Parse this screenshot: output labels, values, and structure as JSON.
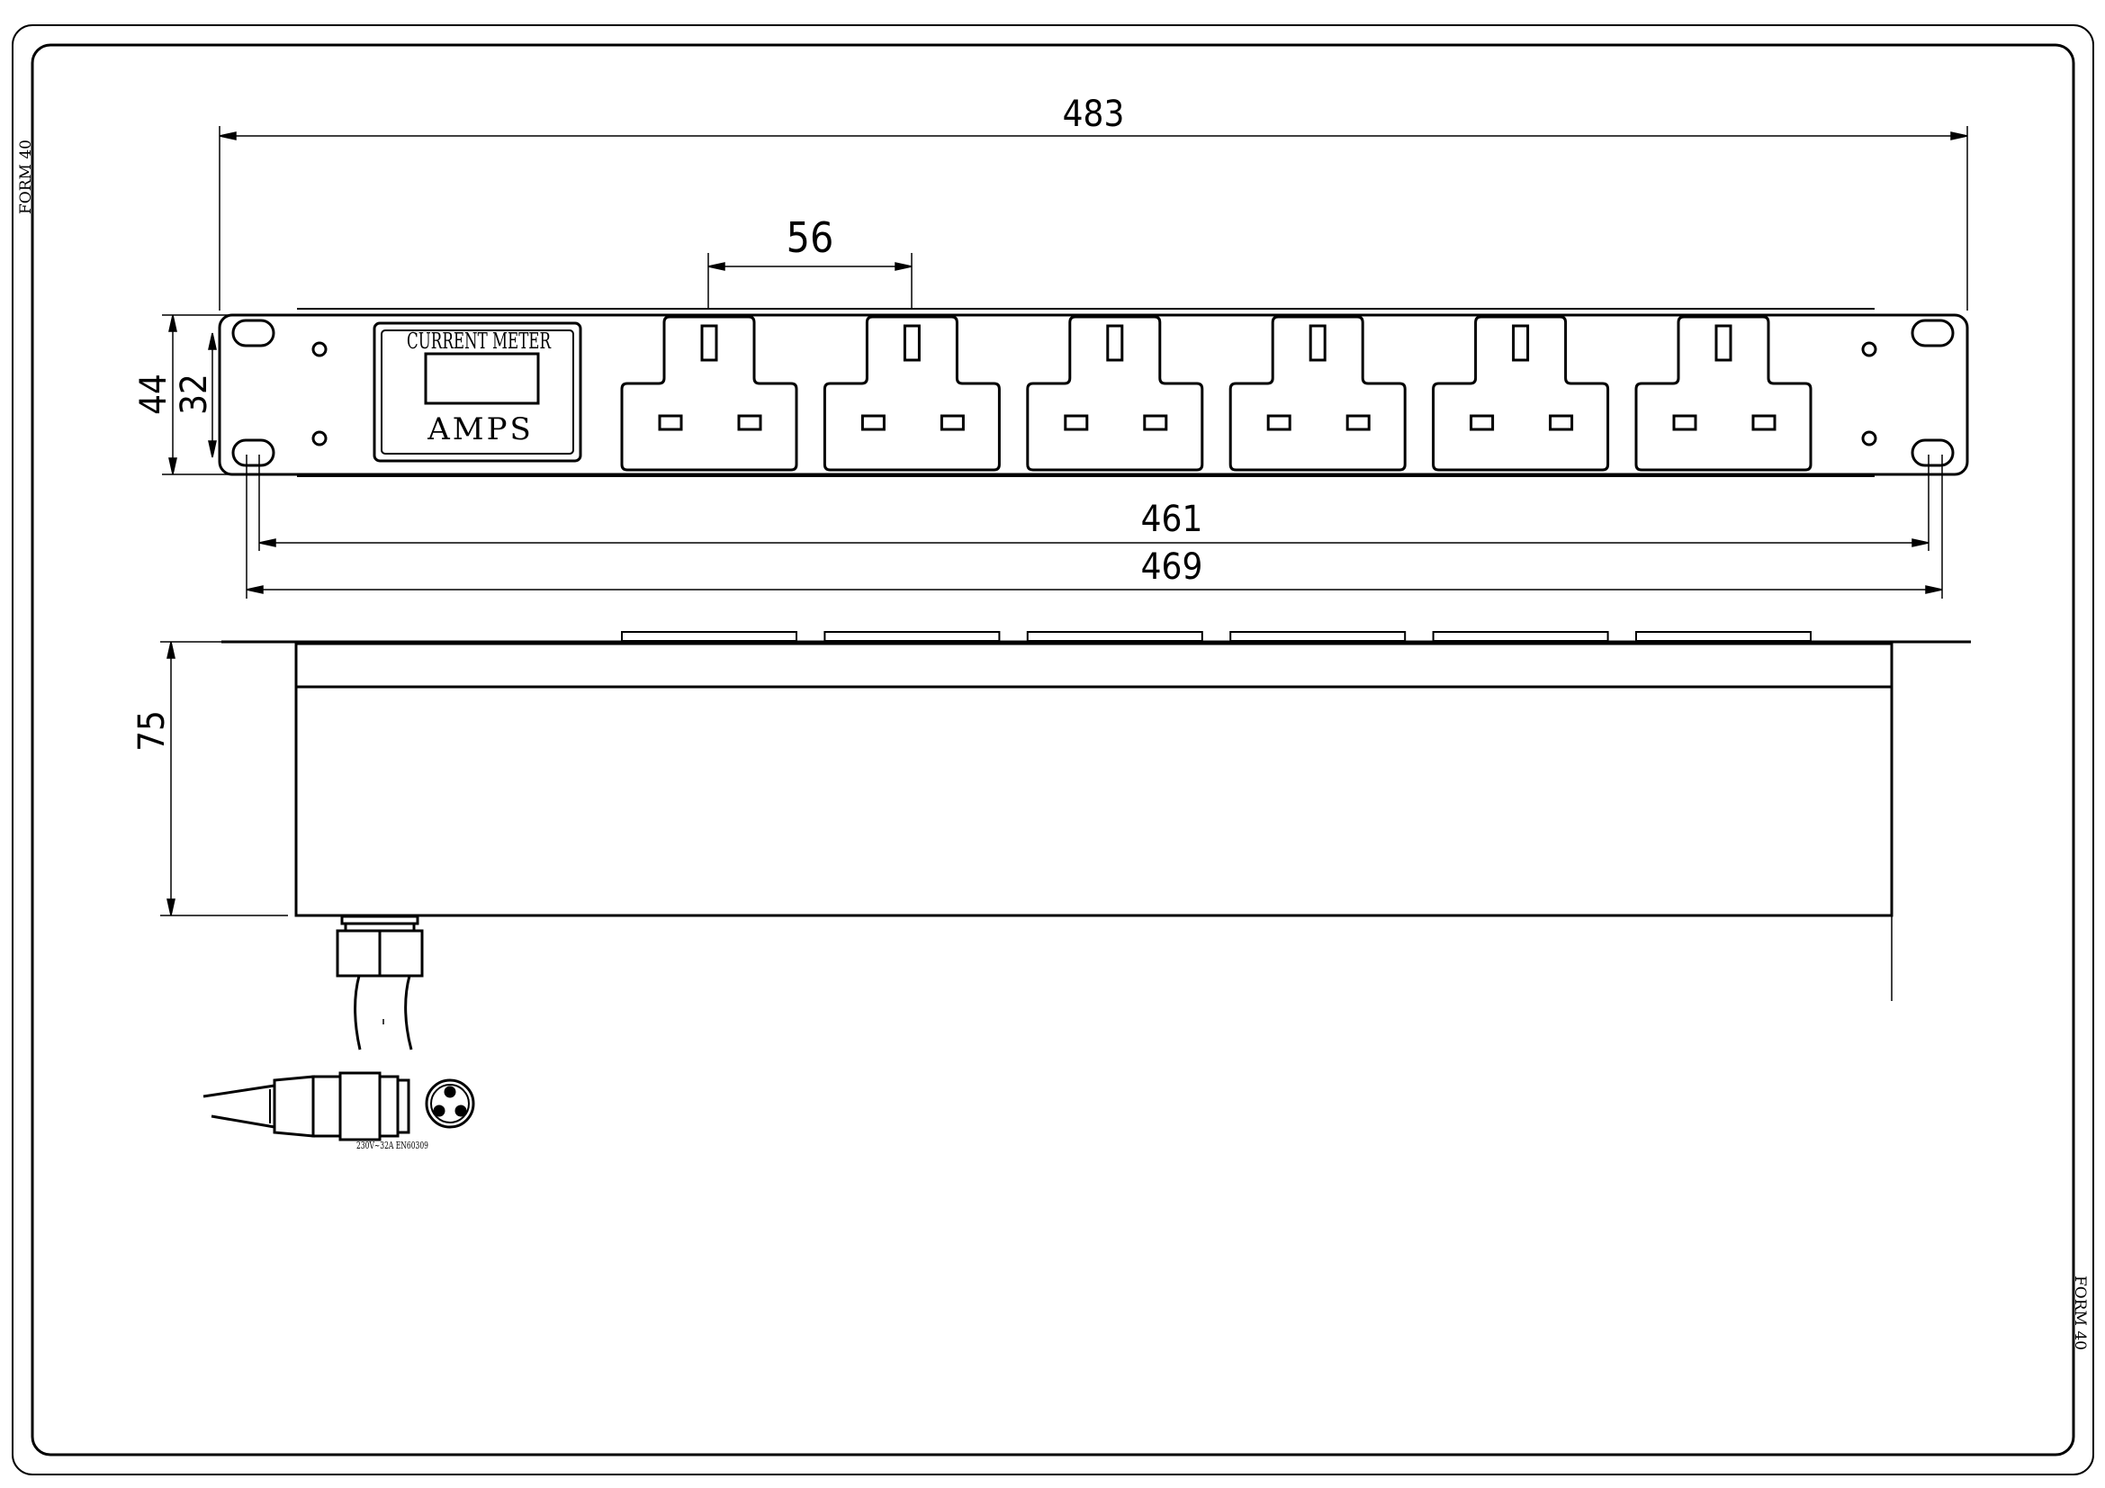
{
  "sheet": {
    "form_label": "FORM 40"
  },
  "front_view": {
    "meter": {
      "header": "CURRENT METER",
      "unit": "AMPS"
    },
    "socket_count": 6,
    "dimensions": {
      "overall_width": "483",
      "socket_pitch": "56",
      "total_height": "44",
      "inner_height": "32",
      "hole_spacing": "461",
      "hole_outer": "469"
    }
  },
  "side_view": {
    "dimensions": {
      "depth": "75"
    }
  },
  "plug": {
    "rating": "230V~32A EN60309"
  }
}
